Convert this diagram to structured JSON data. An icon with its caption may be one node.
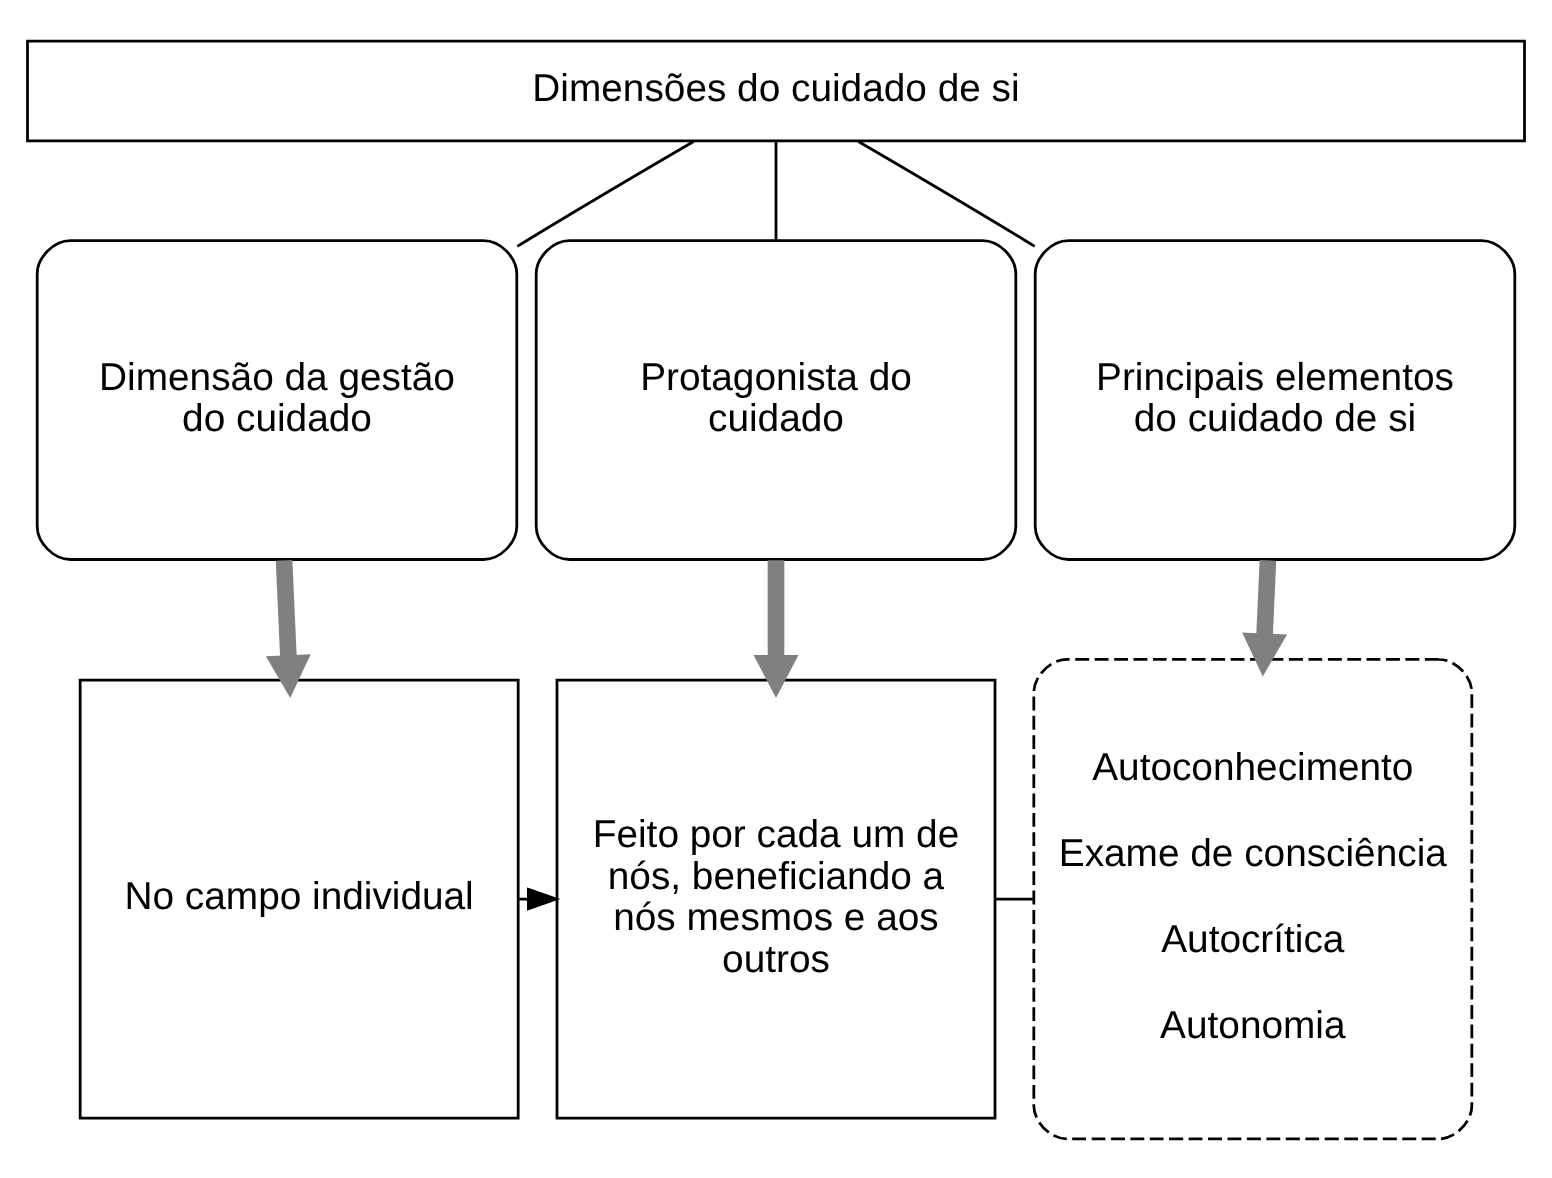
{
  "diagram": {
    "nodes": [
      {
        "text": [
          "Dimensões do cuidado de si"
        ]
      },
      {
        "text": [
          "Dimensão da gestão do cuidado"
        ]
      },
      {
        "text": [
          "Protagonista do cuidado"
        ]
      },
      {
        "text": [
          "Principais elementos do cuidado de si"
        ]
      },
      {
        "text": [
          "No campo individual"
        ]
      },
      {
        "text": [
          "Feito por cada um de nós, beneficiando a nós mesmos e aos outros"
        ]
      },
      {
        "text": [
          "Autoconhecimento",
          "Exame de consciência",
          "Autocrítica",
          "Autonomia"
        ]
      }
    ],
    "edges": [
      {
        "from": 0,
        "to": 1,
        "arrow": "none"
      },
      {
        "from": 0,
        "to": 2,
        "arrow": "none"
      },
      {
        "from": 0,
        "to": 3,
        "arrow": "none"
      },
      {
        "from": 1,
        "to": 4,
        "arrow": "to",
        "style": "thick",
        "color": "#808080"
      },
      {
        "from": 2,
        "to": 5,
        "arrow": "to",
        "style": "thick",
        "color": "#808080"
      },
      {
        "from": 3,
        "to": 6,
        "arrow": "to",
        "style": "thick",
        "color": "#808080"
      },
      {
        "from": 4,
        "to": 5,
        "arrow": "to"
      },
      {
        "from": 5,
        "to": 6,
        "arrow": "none"
      }
    ]
  }
}
